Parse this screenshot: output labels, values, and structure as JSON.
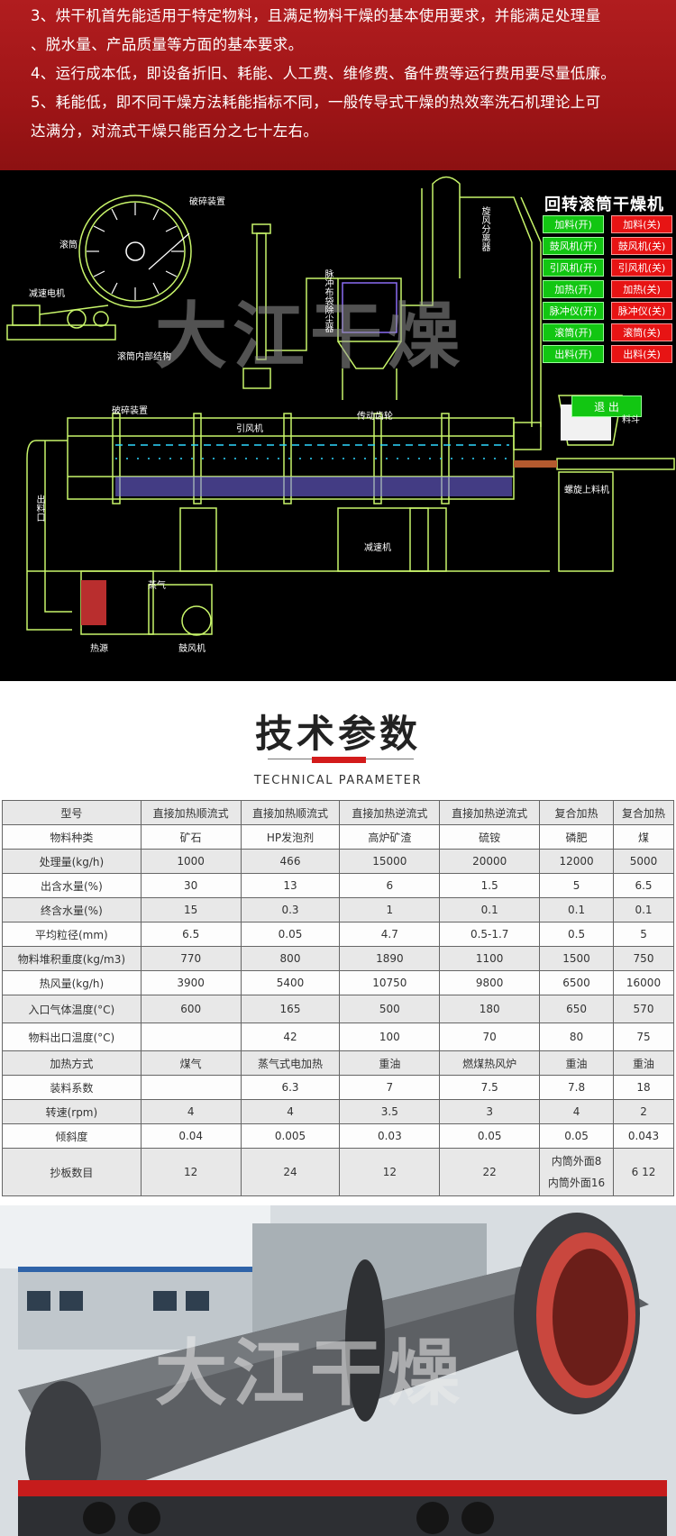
{
  "intro": {
    "lines": [
      "3、烘干机首先能适用于特定物料，且满足物料干燥的基本使用要求，并能满足处理量",
      "、脱水量、产品质量等方面的基本要求。",
      "4、运行成本低，即设备折旧、耗能、人工费、维修费、备件费等运行费用要尽量低廉。",
      "5、耗能低，即不同干燥方法耗能指标不同，一般传导式干燥的热效率洗石机理论上可",
      "达满分，对流式干燥只能百分之七十左右。"
    ]
  },
  "diagram": {
    "title": "回转滚筒干燥机",
    "watermark": "大江干燥",
    "controls_on": [
      "加料(开)",
      "鼓风机(开)",
      "引风机(开)",
      "加热(开)",
      "脉冲仪(开)",
      "滚筒(开)",
      "出料(开)"
    ],
    "controls_off": [
      "加料(关)",
      "鼓风机(关)",
      "引风机(关)",
      "加热(关)",
      "脉冲仪(关)",
      "滚筒(关)",
      "出料(关)"
    ],
    "exit_label": "退 出",
    "labels": {
      "crusher_top": "破碎装置",
      "drum": "滚筒",
      "reducer_motor": "减速电机",
      "drum_inner": "滚筒内部结构",
      "induced_fan": "引风机",
      "pulse_filter": "脉冲布袋除尘器",
      "cyclone": "旋风分离器",
      "crusher_mid": "破碎装置",
      "gear": "传动齿轮",
      "hopper": "料斗",
      "screw_feeder": "螺旋上料机",
      "reducer": "减速机",
      "outlet": "出料口",
      "steam": "蒸气",
      "heat_source": "热源",
      "blower": "鼓风机"
    },
    "colors": {
      "accent_green": "#12c612",
      "accent_red": "#e71414",
      "line_green": "#c8f56a"
    }
  },
  "tech": {
    "title": "技术参数",
    "subtitle": "TECHNICAL PARAMETER",
    "accent": "#d31b1b"
  },
  "table": {
    "rows": [
      [
        "型号",
        "直接加热顺流式",
        "直接加热顺流式",
        "直接加热逆流式",
        "直接加热逆流式",
        "复合加热",
        "复合加热"
      ],
      [
        "物料种类",
        "矿石",
        "HP发泡剂",
        "高炉矿渣",
        "硫铵",
        "磷肥",
        "煤"
      ],
      [
        "处理量(kg/h)",
        "1000",
        "466",
        "15000",
        "20000",
        "12000",
        "5000"
      ],
      [
        "出含水量(%)",
        "30",
        "13",
        "6",
        "1.5",
        "5",
        "6.5"
      ],
      [
        "终含水量(%)",
        "15",
        "0.3",
        "1",
        "0.1",
        "0.1",
        "0.1"
      ],
      [
        "平均粒径(mm)",
        "6.5",
        "0.05",
        "4.7",
        "0.5-1.7",
        "0.5",
        "5"
      ],
      [
        "物料堆积重度(kg/m3)",
        "770",
        "800",
        "1890",
        "1100",
        "1500",
        "750"
      ],
      [
        "热风量(kg/h)",
        "3900",
        "5400",
        "10750",
        "9800",
        "6500",
        "16000"
      ],
      [
        "入口气体温度(°C)",
        "600",
        "165",
        "500",
        "180",
        "650",
        "570"
      ],
      [
        "物料出口温度(°C)",
        "",
        "42",
        "100",
        "70",
        "80",
        "75"
      ],
      [
        "加热方式",
        "煤气",
        "蒸气式电加热",
        "重油",
        "燃煤热风炉",
        "重油",
        "重油"
      ],
      [
        "装料系数",
        "",
        "6.3",
        "7",
        "7.5",
        "7.8",
        "18"
      ],
      [
        "转速(rpm)",
        "4",
        "4",
        "3.5",
        "3",
        "4",
        "2"
      ],
      [
        "倾斜度",
        "0.04",
        "0.005",
        "0.03",
        "0.05",
        "0.05",
        "0.043"
      ],
      [
        "抄板数目",
        "12",
        "24",
        "12",
        "22",
        "",
        "6 12"
      ]
    ],
    "last_row_note": [
      "内筒外面8",
      "内筒外面16"
    ]
  },
  "photo": {
    "watermark": "大江干燥"
  }
}
